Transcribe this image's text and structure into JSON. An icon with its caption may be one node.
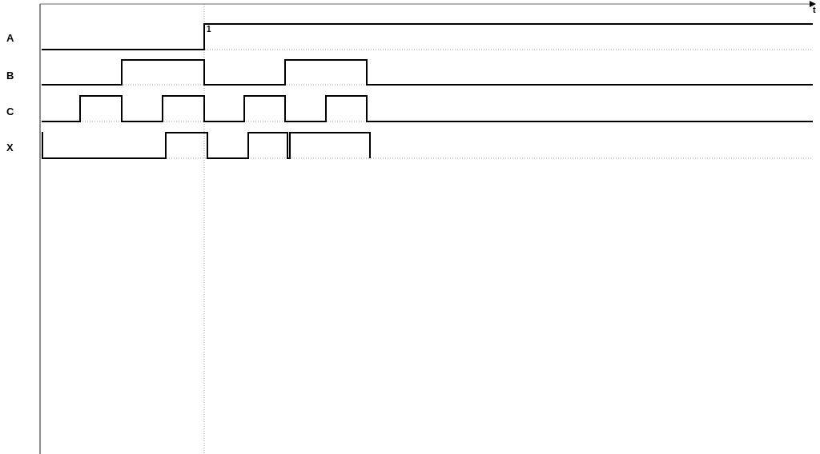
{
  "diagram": {
    "labels": [
      "t",
      "1",
      "A",
      "B",
      "C",
      "X"
    ]
  }
}
